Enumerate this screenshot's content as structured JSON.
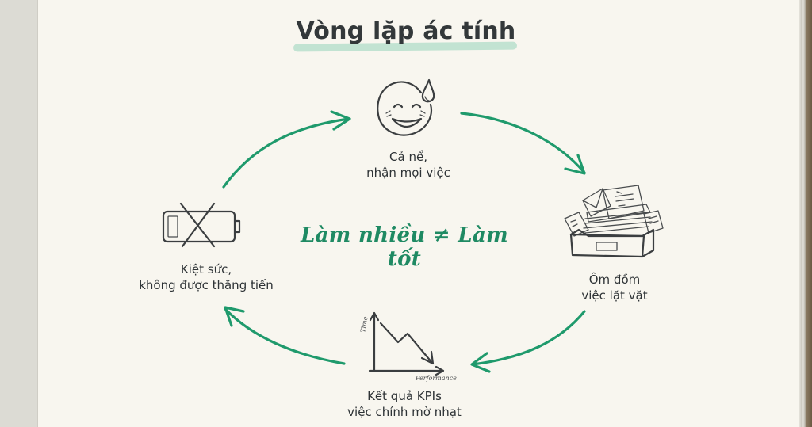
{
  "title": "Vòng lặp ác tính",
  "center_slogan": "Làm nhiều ≠ Làm tốt",
  "nodes": [
    {
      "id": "top",
      "icon": "sweat-smile-icon",
      "lines": [
        "Cả nể,",
        "nhận mọi việc"
      ]
    },
    {
      "id": "right",
      "icon": "paper-tray-icon",
      "lines": [
        "Ôm đồm",
        "việc lặt vặt"
      ]
    },
    {
      "id": "bottom",
      "icon": "declining-chart-icon",
      "lines": [
        "Kết quả KPIs",
        "việc chính mờ nhạt"
      ],
      "chart_axes": {
        "y_label": "Time",
        "x_label": "Performance"
      }
    },
    {
      "id": "left",
      "icon": "dead-battery-icon",
      "lines": [
        "Kiệt sức,",
        "không được thăng tiến"
      ]
    }
  ],
  "cycle_direction": "clockwise",
  "colors": {
    "accent": "#1f9a6c",
    "slogan": "#1f8a63",
    "title": "#33383a",
    "underline": "#b9dfcc",
    "paper": "#f8f6ef"
  }
}
